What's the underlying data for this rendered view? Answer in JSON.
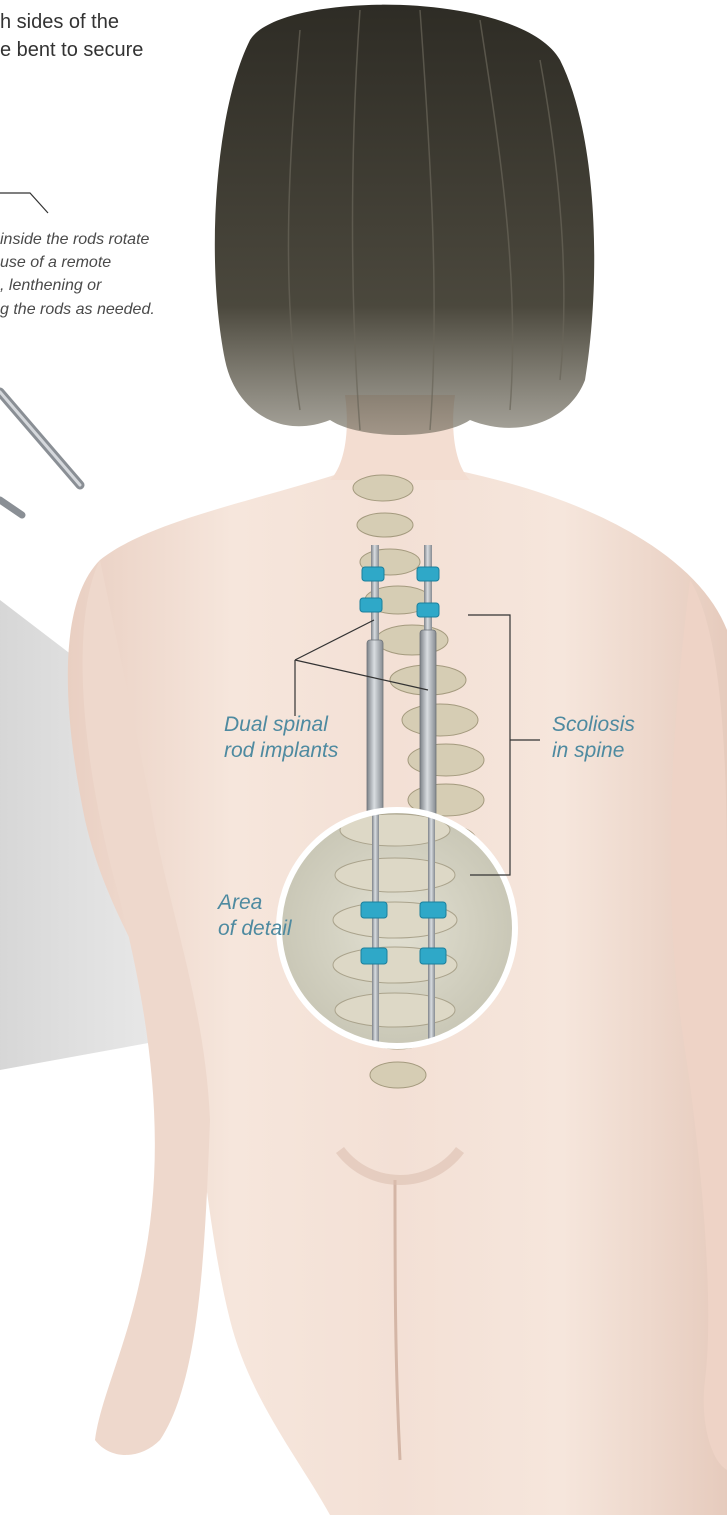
{
  "top_text": {
    "line1": "h sides of the",
    "line2": "e bent to secure"
  },
  "mechanism_note": {
    "line1": "inside the rods rotate",
    "line2": "use of a remote",
    "line3": ", lenthening or",
    "line4": "g the rods as needed."
  },
  "labels": {
    "rods": {
      "line1": "Dual spinal",
      "line2": "rod implants"
    },
    "scoliosis": {
      "line1": "Scoliosis",
      "line2": "in spine"
    },
    "detail": {
      "line1": "Area",
      "line2": "of detail"
    }
  },
  "colors": {
    "skin": "#f1dcd0",
    "hair": "#3f3c33",
    "bone": "#d6cdb4",
    "rod": "#a9adb3",
    "clamp": "#2fa8c8",
    "label": "#4e8aa0"
  }
}
